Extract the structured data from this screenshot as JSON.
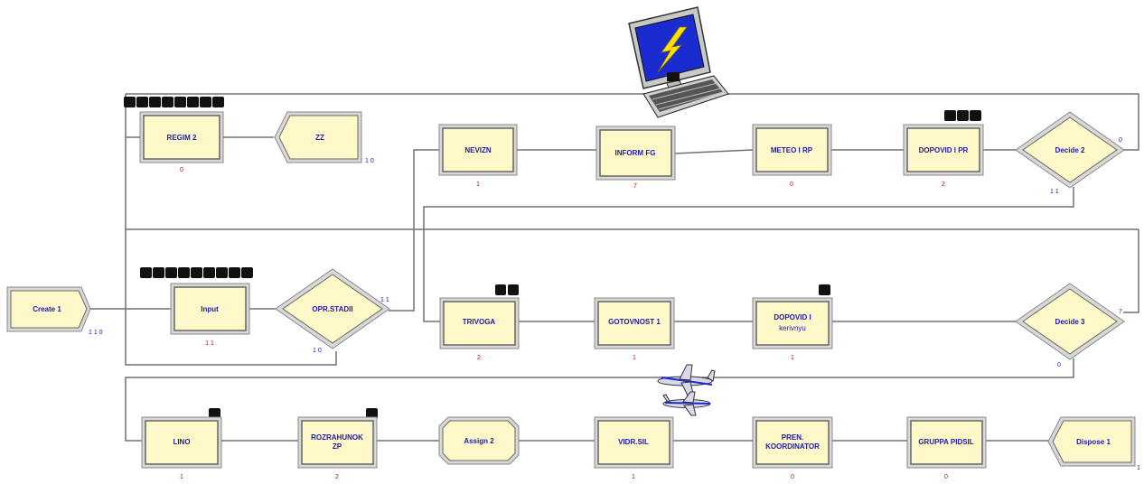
{
  "modules": {
    "create1": {
      "label": "Create 1",
      "count": "1 1 0"
    },
    "regim2": {
      "label": "REGIM 2",
      "count": "0"
    },
    "zz": {
      "label": "ZZ",
      "count": "1 0"
    },
    "neviz": {
      "label": "NEVIZN",
      "count": "1"
    },
    "inform": {
      "label": "INFORM FG",
      "count": "7"
    },
    "meteo": {
      "label": "METEO I RP",
      "count": "0"
    },
    "dopovid_pr": {
      "label": "DOPOVID I PR",
      "count": "2"
    },
    "decide2": {
      "label": "Decide 2",
      "count_t": "0",
      "count_f": "1 1"
    },
    "input": {
      "label": "Input",
      "count": "1 1"
    },
    "opr_stadii": {
      "label": "OPR.STADII",
      "count_t": "1 1",
      "count_f": "1 0"
    },
    "trivoga": {
      "label": "TRIVOGA",
      "count": "2"
    },
    "gotovnost": {
      "label": "GOTOVNOST 1",
      "count": "1"
    },
    "dopovid_ker": {
      "label": "DOPOVID I",
      "label2": "kerivnyu",
      "count": "1"
    },
    "decide3": {
      "label": "Decide 3",
      "count_t": "7",
      "count_f": "0"
    },
    "lino": {
      "label": "LINO",
      "count": "1"
    },
    "rozrahunok": {
      "label": "ROZRAHUNOK",
      "label2": "ZP",
      "count": "2"
    },
    "assign2": {
      "label": "Assign 2"
    },
    "vidr_sil": {
      "label": "VIDR.SIL",
      "count": "1"
    },
    "pr_koord": {
      "label": "PREN.",
      "label2": "KOORDINATOR",
      "count": "0"
    },
    "gruppa": {
      "label": "GRUPPA PIDSIL",
      "count": "0"
    },
    "dispose1": {
      "label": "Dispose 1",
      "count": "1"
    }
  },
  "icons": [
    "computer-icon",
    "airplane-icon"
  ],
  "colors": {
    "module_fill": "#fff8c8",
    "label_text": "#1b1bb0",
    "counter_text": "#c01010",
    "connector": "#707070"
  }
}
